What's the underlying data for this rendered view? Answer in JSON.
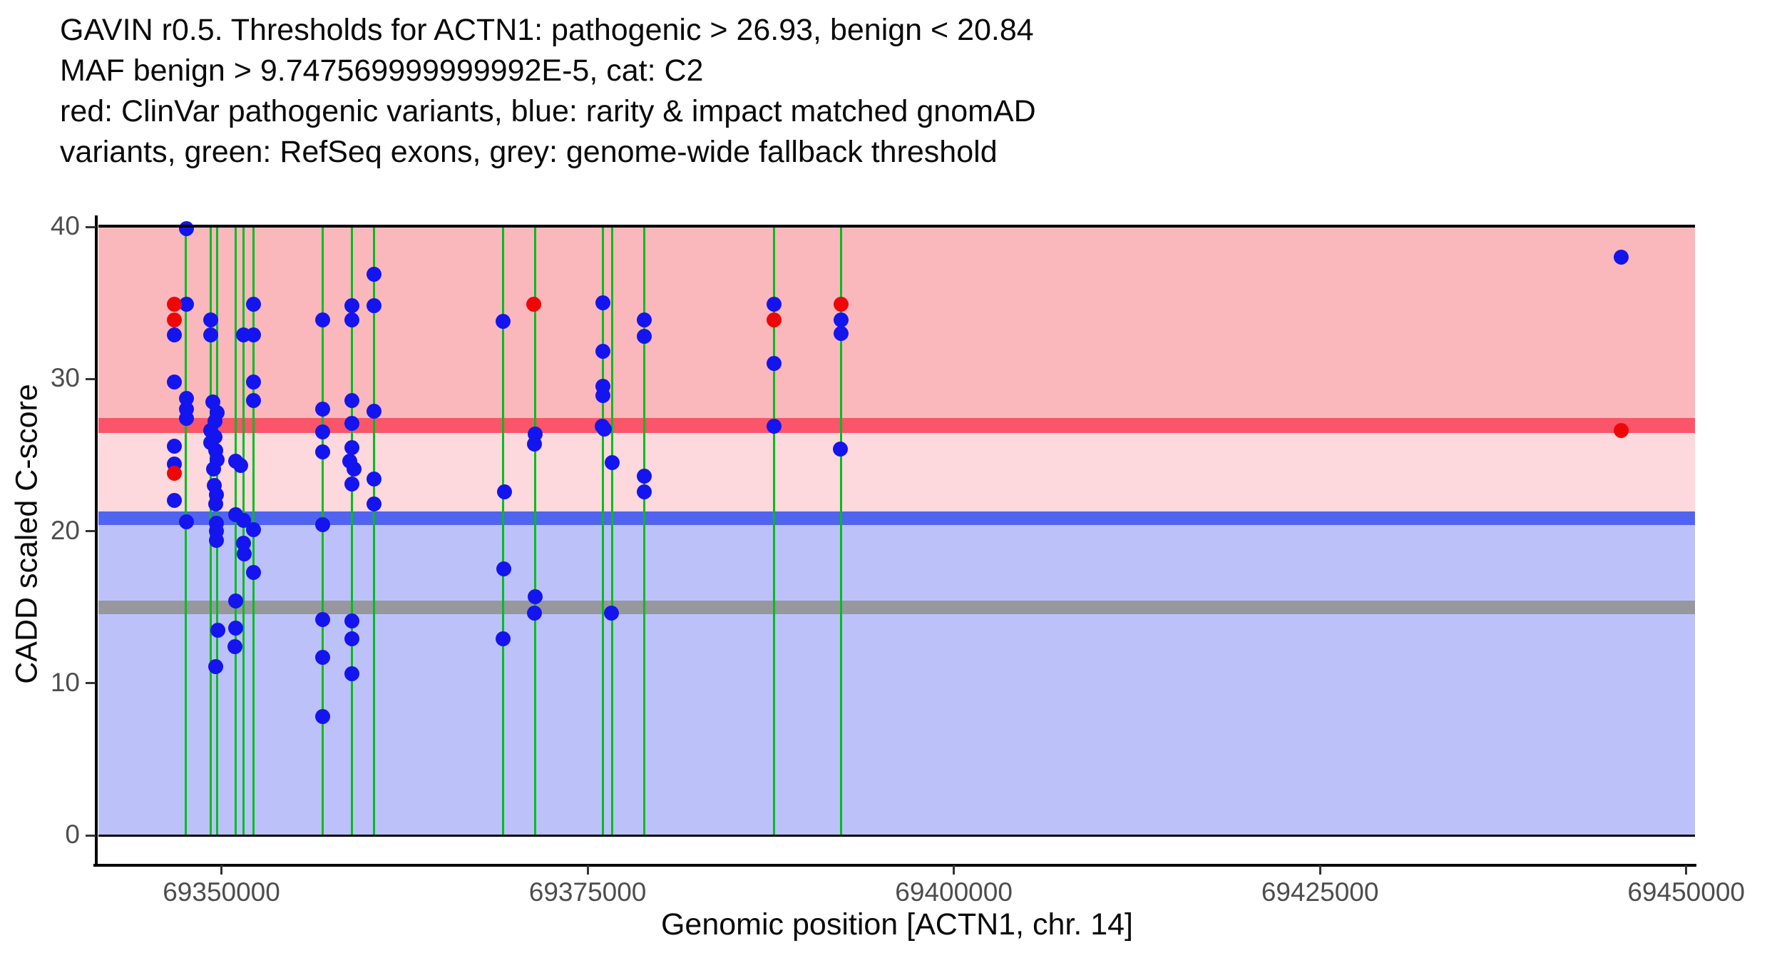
{
  "title": {
    "line1": "GAVIN r0.5. Thresholds for ACTN1: pathogenic > 26.93, benign < 20.84",
    "line2": "MAF benign > 9.747569999999992E-5, cat: C2",
    "line3": "red: ClinVar pathogenic variants, blue: rarity & impact matched gnomAD",
    "line4": "variants, green: RefSeq exons, grey: genome-wide fallback threshold"
  },
  "colors": {
    "pathogenic_region": "#fbb8bc",
    "intermediate_region": "#fdd8dc",
    "benign_region": "#bcc2f9",
    "pathogenic_band": "#fa5569",
    "benign_band": "#5164ee",
    "fallback_band": "#97989d",
    "exon_line": "#00be1e",
    "point_blue": "#1414ef",
    "point_red": "#ee0707",
    "axis_text": "#4d4d4d",
    "title_text": "#0a0a0a"
  },
  "chart_data": {
    "type": "scatter",
    "title": "GAVIN r0.5. Thresholds for ACTN1: pathogenic > 26.93, benign < 20.84 MAF benign > 9.747569999999992E-5, cat: C2",
    "xlabel": "Genomic position [ACTN1, chr. 14]",
    "ylabel": "CADD scaled C-score",
    "xlim": [
      69341600,
      69450600
    ],
    "ylim": [
      0,
      40
    ],
    "grid": false,
    "legend": "none",
    "x_ticks": [
      {
        "value": 69350000,
        "label": "69350000"
      },
      {
        "value": 69375000,
        "label": "69375000"
      },
      {
        "value": 69400000,
        "label": "69400000"
      },
      {
        "value": 69425000,
        "label": "69425000"
      },
      {
        "value": 69450000,
        "label": "69450000"
      }
    ],
    "y_ticks": [
      {
        "value": 0,
        "label": "0"
      },
      {
        "value": 10,
        "label": "10"
      },
      {
        "value": 20,
        "label": "20"
      },
      {
        "value": 30,
        "label": "30"
      },
      {
        "value": 40,
        "label": "40"
      }
    ],
    "thresholds": {
      "pathogenic_cadd": 26.93,
      "benign_cadd": 20.84,
      "genome_wide_fallback_cadd": 15,
      "maf_benign": "9.747569999999992E-5",
      "category": "C2"
    },
    "regions": [
      {
        "name": "pathogenic-region",
        "from": 27.43,
        "to": 40,
        "color": "#fbb8bc"
      },
      {
        "name": "intermediate-region",
        "from": 21.31,
        "to": 27.43,
        "color": "#fdd8dc"
      },
      {
        "name": "benign-region",
        "from": 0,
        "to": 21.31,
        "color": "#bcc2f9"
      }
    ],
    "bands": [
      {
        "name": "pathogenic-threshold-band",
        "from": 26.43,
        "to": 27.43,
        "color": "#fa5569"
      },
      {
        "name": "benign-threshold-band",
        "from": 20.39,
        "to": 21.31,
        "color": "#5164ee"
      },
      {
        "name": "fallback-threshold-band",
        "from": 14.55,
        "to": 15.45,
        "color": "#97989d"
      }
    ],
    "exon_positions": [
      69347570,
      69349270,
      69349710,
      69350970,
      69351510,
      69352190,
      69356910,
      69358900,
      69360410,
      69369210,
      69371400,
      69376020,
      69376700,
      69378890,
      69387740,
      69392320
    ],
    "series": [
      {
        "name": "ClinVar pathogenic variants",
        "color": "#ee0707",
        "points": [
          [
            69346790,
            34.9
          ],
          [
            69346790,
            33.9
          ],
          [
            69346790,
            23.8
          ],
          [
            69371300,
            34.9
          ],
          [
            69387740,
            33.9
          ],
          [
            69392320,
            34.9
          ],
          [
            69445570,
            26.6
          ]
        ]
      },
      {
        "name": "rarity & impact matched gnomAD variants",
        "color": "#1414ef",
        "points": [
          [
            69347620,
            39.9
          ],
          [
            69347620,
            34.9
          ],
          [
            69352190,
            34.9
          ],
          [
            69349270,
            33.9
          ],
          [
            69346790,
            32.9
          ],
          [
            69349270,
            32.9
          ],
          [
            69351510,
            32.9
          ],
          [
            69352190,
            32.9
          ],
          [
            69346790,
            29.8
          ],
          [
            69352190,
            29.8
          ],
          [
            69352190,
            28.6
          ],
          [
            69347620,
            28.7
          ],
          [
            69347620,
            28.0
          ],
          [
            69347620,
            27.4
          ],
          [
            69349420,
            28.5
          ],
          [
            69349710,
            27.8
          ],
          [
            69349560,
            27.2
          ],
          [
            69349270,
            26.6
          ],
          [
            69349560,
            26.2
          ],
          [
            69346790,
            25.6
          ],
          [
            69349270,
            25.8
          ],
          [
            69349610,
            25.3
          ],
          [
            69349710,
            24.7
          ],
          [
            69349460,
            24.1
          ],
          [
            69346790,
            24.4
          ],
          [
            69350970,
            24.6
          ],
          [
            69351320,
            24.3
          ],
          [
            69349510,
            23.0
          ],
          [
            69349660,
            22.4
          ],
          [
            69346790,
            22.0
          ],
          [
            69349610,
            21.8
          ],
          [
            69350970,
            21.1
          ],
          [
            69347620,
            20.6
          ],
          [
            69349660,
            20.5
          ],
          [
            69351510,
            20.7
          ],
          [
            69352190,
            20.1
          ],
          [
            69349660,
            20.0
          ],
          [
            69349660,
            19.4
          ],
          [
            69351510,
            19.2
          ],
          [
            69351560,
            18.5
          ],
          [
            69352190,
            17.3
          ],
          [
            69350970,
            15.4
          ],
          [
            69349760,
            13.5
          ],
          [
            69350970,
            13.6
          ],
          [
            69350920,
            12.4
          ],
          [
            69349610,
            11.1
          ],
          [
            69360410,
            36.9
          ],
          [
            69358900,
            34.8
          ],
          [
            69360410,
            34.8
          ],
          [
            69356910,
            33.9
          ],
          [
            69358900,
            33.9
          ],
          [
            69358900,
            28.6
          ],
          [
            69356910,
            28.0
          ],
          [
            69360410,
            27.9
          ],
          [
            69358900,
            27.1
          ],
          [
            69356910,
            26.5
          ],
          [
            69358900,
            25.5
          ],
          [
            69356910,
            25.2
          ],
          [
            69358760,
            24.6
          ],
          [
            69359050,
            24.1
          ],
          [
            69360410,
            23.4
          ],
          [
            69358900,
            23.1
          ],
          [
            69360410,
            21.8
          ],
          [
            69356910,
            20.4
          ],
          [
            69356910,
            14.2
          ],
          [
            69358900,
            14.1
          ],
          [
            69358900,
            12.9
          ],
          [
            69356910,
            11.7
          ],
          [
            69358900,
            10.6
          ],
          [
            69356910,
            7.8
          ],
          [
            69369210,
            33.8
          ],
          [
            69371400,
            26.4
          ],
          [
            69371350,
            25.7
          ],
          [
            69369310,
            22.6
          ],
          [
            69369260,
            17.5
          ],
          [
            69371400,
            15.7
          ],
          [
            69371350,
            14.6
          ],
          [
            69369210,
            12.9
          ],
          [
            69376020,
            35.0
          ],
          [
            69378890,
            33.9
          ],
          [
            69378890,
            32.8
          ],
          [
            69376020,
            31.8
          ],
          [
            69376020,
            29.5
          ],
          [
            69376020,
            28.9
          ],
          [
            69375970,
            26.9
          ],
          [
            69376160,
            26.7
          ],
          [
            69376700,
            24.5
          ],
          [
            69378890,
            23.6
          ],
          [
            69378890,
            22.6
          ],
          [
            69376650,
            14.6
          ],
          [
            69387740,
            34.9
          ],
          [
            69387740,
            31.0
          ],
          [
            69387740,
            26.9
          ],
          [
            69392320,
            33.9
          ],
          [
            69392320,
            33.0
          ],
          [
            69392270,
            25.4
          ],
          [
            69445570,
            38.0
          ]
        ]
      }
    ]
  }
}
